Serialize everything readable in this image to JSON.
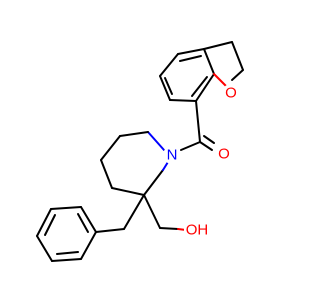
{
  "molecule": {
    "atoms": {
      "ring_oxygen": "O",
      "carbonyl_oxygen": "O",
      "nitrogen": "N",
      "hydroxyl": "OH"
    },
    "colors": {
      "bond": "#000000",
      "oxygen": "#ff0000",
      "nitrogen": "#0000ff",
      "background": "#ffffff"
    }
  }
}
